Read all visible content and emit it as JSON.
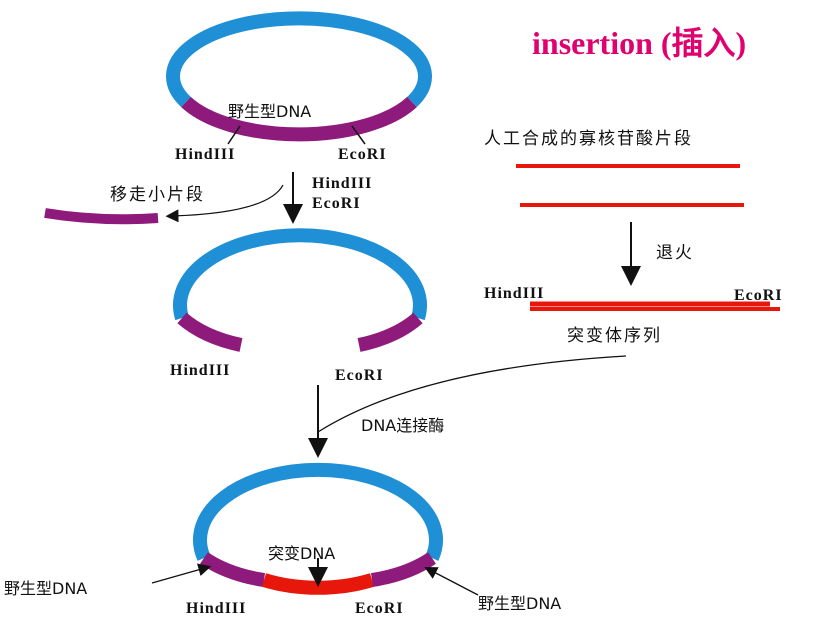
{
  "title": "insertion (插入)",
  "labels": {
    "wild_type_dna": "野生型DNA",
    "hindiii": "HindIII",
    "ecori": "EcoRI",
    "remove_fragment": "移走小片段",
    "enzymes_line1": "HindIII",
    "enzymes_line2": "EcoRI",
    "synthetic_oligo": "人工合成的寡核苷酸片段",
    "annealing": "退火",
    "mutant_sequence": "突变体序列",
    "dna_ligase": "DNA连接酶",
    "mutant_dna": "突变DNA"
  },
  "colors": {
    "plasmid": "#1f8fd6",
    "wild_segment": "#8e1a7c",
    "oligo": "#e8170c",
    "title": "#e0006e"
  }
}
